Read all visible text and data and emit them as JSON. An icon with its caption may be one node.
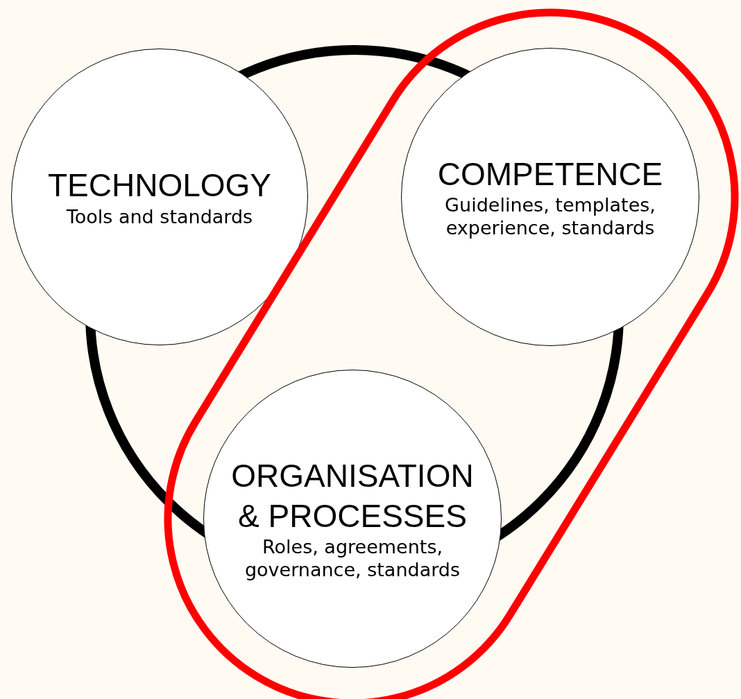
{
  "diagram": {
    "nodes": [
      {
        "text": [
          "TECHNOLOGY",
          "Tools and standards"
        ]
      },
      {
        "text": [
          "COMPETENCE",
          "Guidelines, templates, experience, standards"
        ]
      },
      {
        "text": [
          "ORGANISATION & PROCESSES",
          "Roles, agreements, governance, standards"
        ]
      }
    ]
  }
}
